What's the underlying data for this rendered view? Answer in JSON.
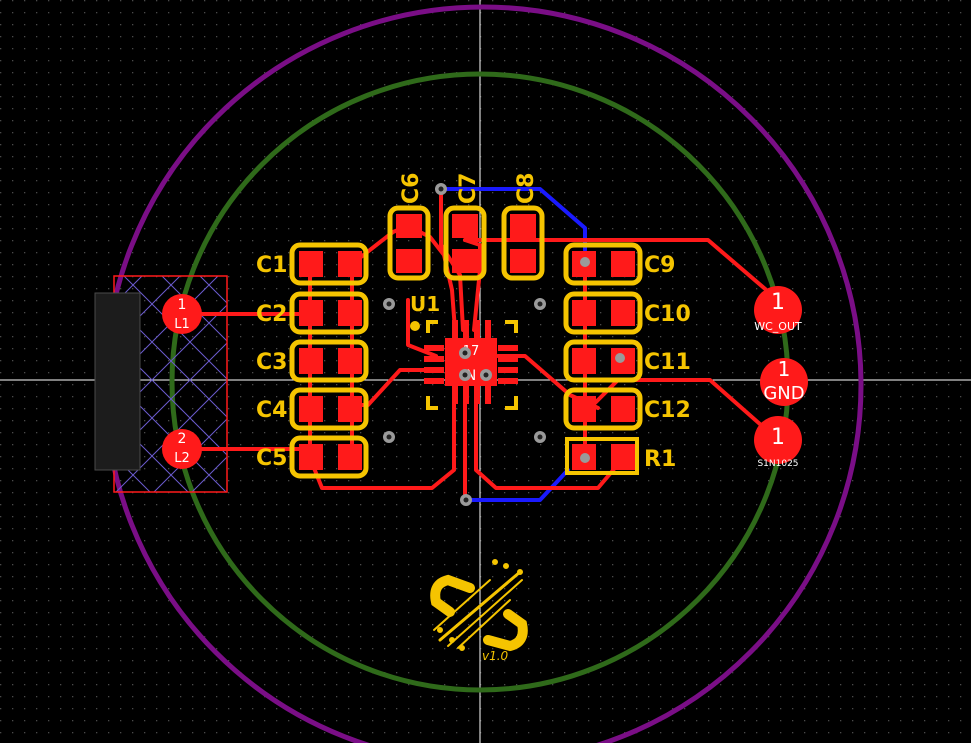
{
  "colors": {
    "background": "#000000",
    "grid": "#4a4a4a",
    "crosshair": "#ffffff",
    "copper_top": "#ff1a1a",
    "copper_bottom": "#1a1aff",
    "silkscreen": "#f5c400",
    "board_outline": "#7a0e86",
    "keepout": "#2f6a1a",
    "via": "#9a9a9a",
    "coil_hatch": "#6a5acd"
  },
  "capacitors_left": [
    "C1",
    "C2",
    "C3",
    "C4",
    "C5"
  ],
  "capacitors_top": [
    "C6",
    "C7",
    "C8"
  ],
  "capacitors_right": [
    "C9",
    "C10",
    "C11",
    "C12"
  ],
  "resistor_label": "R1",
  "ic": {
    "ref": "U1",
    "pin_a": "17",
    "pin_b": "N"
  },
  "coil": {
    "pad1_number": "1",
    "pad1_label": "L1",
    "pad2_number": "2",
    "pad2_label": "L2"
  },
  "connectors": [
    {
      "number": "1",
      "label": "WC_OUT"
    },
    {
      "number": "1",
      "label": "GND"
    },
    {
      "number": "1",
      "label": "S1N1025"
    }
  ],
  "logo": {
    "version": "v1.0"
  },
  "icons": {
    "logo": "pcb-logo-icon",
    "via": "via-icon"
  }
}
